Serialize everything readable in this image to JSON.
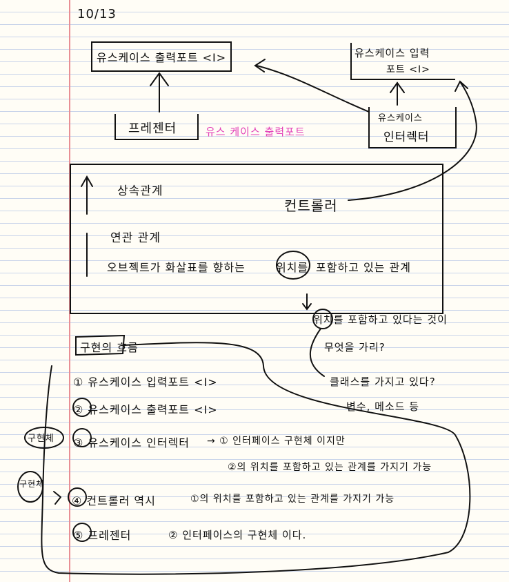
{
  "date": "10/13",
  "top_diagram": {
    "output_port": "유스케이스 출력포트 <I>",
    "input_port_line1": "유스케이스 입력",
    "input_port_line2": "포트 <I>",
    "presenter": "프레젠터",
    "presenter_note": "유스 케이스 출력포트",
    "interactor_line1": "유스케이스",
    "interactor_line2": "인터렉터"
  },
  "legend_box": {
    "inheritance": "상속관계",
    "controller": "컨트롤러",
    "association": "연관 관계",
    "association_desc_1": "오브젝트가 화살표를 향하는",
    "association_desc_circled": "위치를",
    "association_desc_2": "포함하고 있는 관계"
  },
  "side_note": {
    "line1": "위치를 포함하고 있다는 것이",
    "line2": "무엇을 가리?",
    "line3": "클래스를 가지고 있다?",
    "line4": "변수, 메소드 등"
  },
  "flow": {
    "title": "구현의 흐름",
    "impl_tag_1": "구현체",
    "impl_tag_2": "구현체",
    "items": [
      "① 유스케이스 입력포트 <I>",
      "② 유스케이스 출력포트 <I>",
      "③ 유스케이스 인터렉터",
      "④ 컨트롤러 역시",
      "⑤ 프레젠터"
    ],
    "item3_note_1": "→ ① 인터페이스 구현체 이지만",
    "item3_note_2": "②의 위치를 포함하고 있는 관계를 가지기 가능",
    "item4_note": "①의 위치를 포함하고 있는 관계를 가지기 가능",
    "item5_note": "② 인터페이스의 구현체 이다."
  }
}
